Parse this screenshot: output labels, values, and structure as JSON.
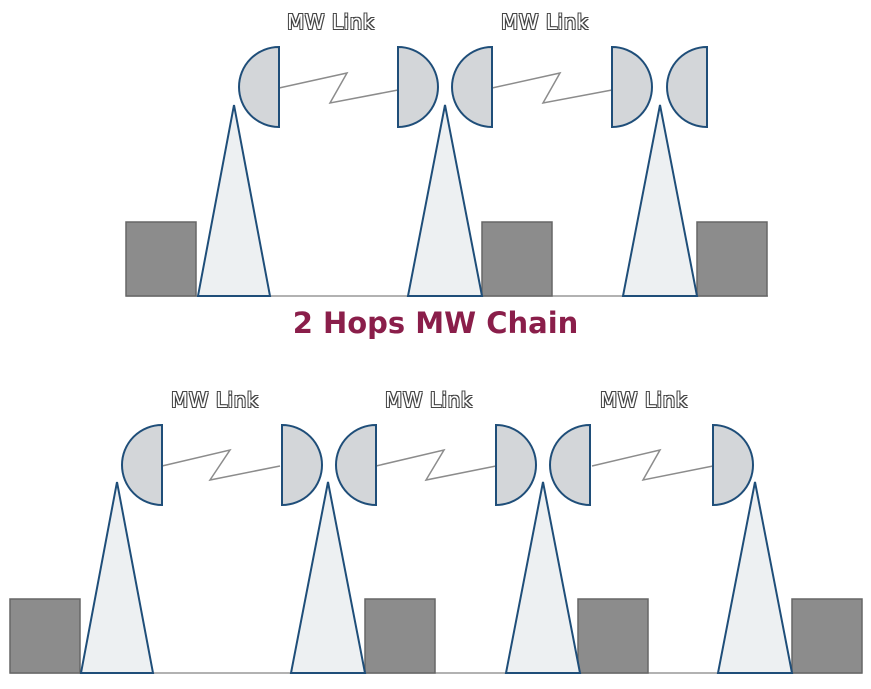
{
  "top_chain": {
    "link_labels": [
      "MW Link",
      "MW Link"
    ]
  },
  "title": "2 Hops MW Chain",
  "bottom_chain": {
    "link_labels": [
      "MW Link",
      "MW Link",
      "MW Link"
    ]
  },
  "colors": {
    "title": "#8a1e4a",
    "dish_fill": "#d3d6d9",
    "tower_fill": "#edf0f2",
    "outline": "#1f4e79",
    "building_fill": "#8c8c8c",
    "link_line": "#8c8c8c"
  }
}
